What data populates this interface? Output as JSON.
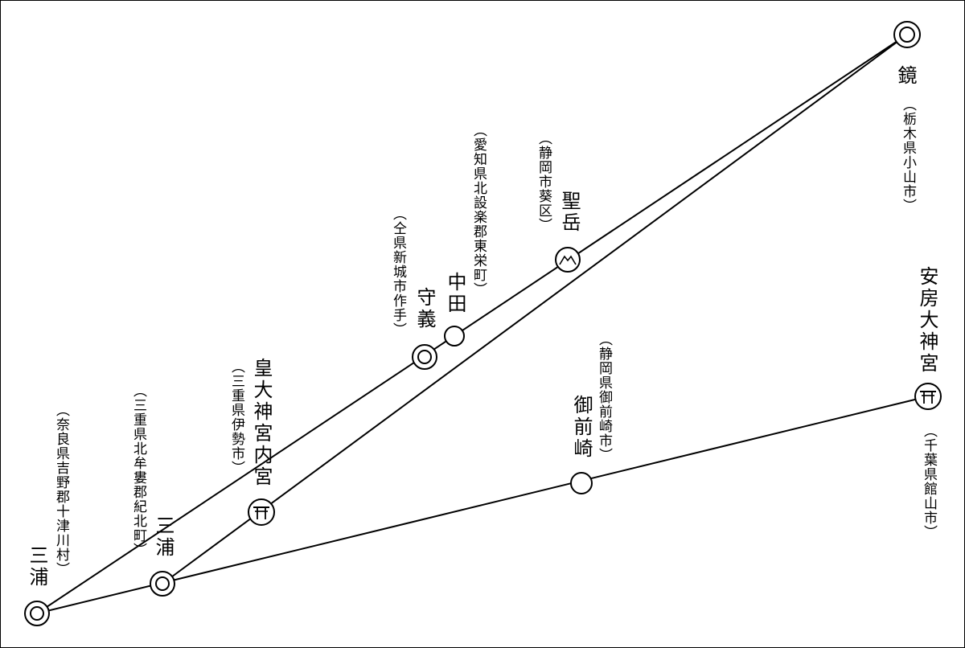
{
  "locations": {
    "kagami": {
      "name": "鏡",
      "area": "（栃木県小山市）"
    },
    "seigaku": {
      "name": "聖岳",
      "area": "（静岡市葵区）"
    },
    "nakata": {
      "name": "中田",
      "area": "（愛知県北設楽郡東栄町）"
    },
    "moriyoshi": {
      "name": "守義",
      "area": "（仝県新城市作手）"
    },
    "kotai_jingu": {
      "name": "皇大神宮内宮",
      "area": "（三重県伊勢市）"
    },
    "miura_mie": {
      "name": "三浦",
      "area": "（三重県北牟婁郡紀北町）"
    },
    "miura_nara": {
      "name": "三浦",
      "area": "（奈良県吉野郡十津川村）"
    },
    "omaezaki": {
      "name": "御前崎",
      "area": "（静岡県御前崎市）"
    },
    "awa_jinja": {
      "name": "安房大神宮",
      "area": "（千葉県館山市）"
    }
  },
  "symbols": {
    "shrine_mark": "⛩ torii",
    "mountain_mark": "mountain"
  }
}
